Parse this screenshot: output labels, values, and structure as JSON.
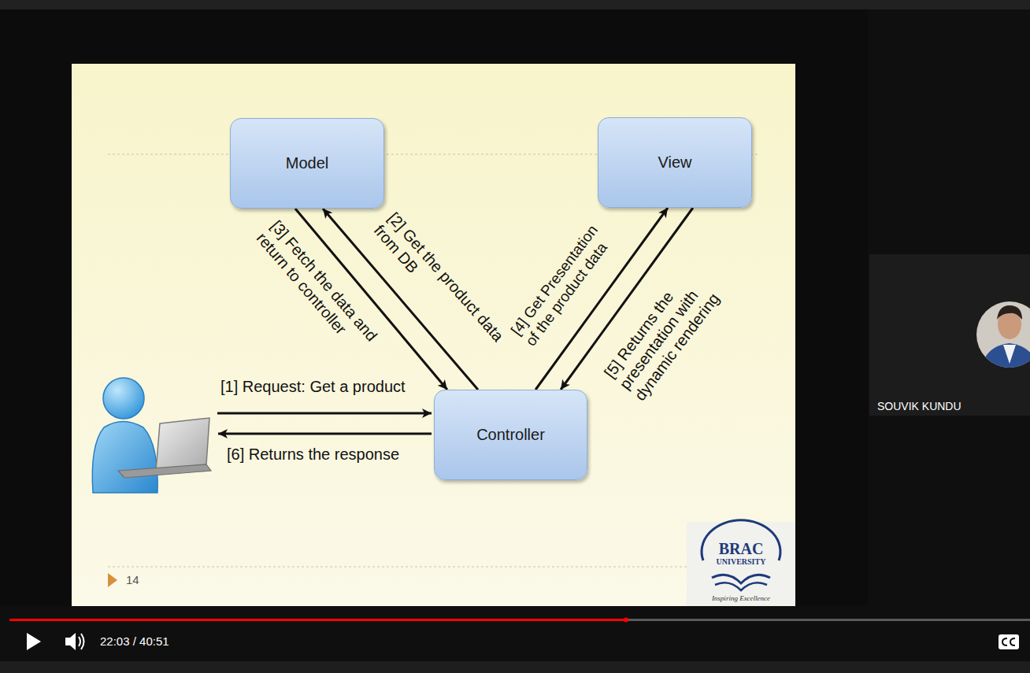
{
  "diagram": {
    "nodes": [
      {
        "text": [
          "Model"
        ]
      },
      {
        "text": [
          "View"
        ]
      },
      {
        "text": [
          "Controller"
        ]
      }
    ],
    "edges": [
      {
        "from": 2,
        "to": 0,
        "label": "[2] Get the product data from DB",
        "arrow": "to"
      },
      {
        "from": 0,
        "to": 2,
        "label": "[3] Fetch the data and return to controller",
        "arrow": "to"
      },
      {
        "from": 2,
        "to": 1,
        "label": "[4] Get Presentation of the product data",
        "arrow": "to"
      },
      {
        "from": 1,
        "to": 2,
        "label": "[5] Returns the presentation with dynamic rendering",
        "arrow": "to"
      }
    ],
    "labels": [
      "[1] Request: Get a product",
      "[6] Returns the response",
      "14",
      "BRAC",
      "UNIVERSITY",
      "Inspiring Excellence",
      "22:03 / 40:51",
      "SOUVIK KUNDU"
    ]
  }
}
